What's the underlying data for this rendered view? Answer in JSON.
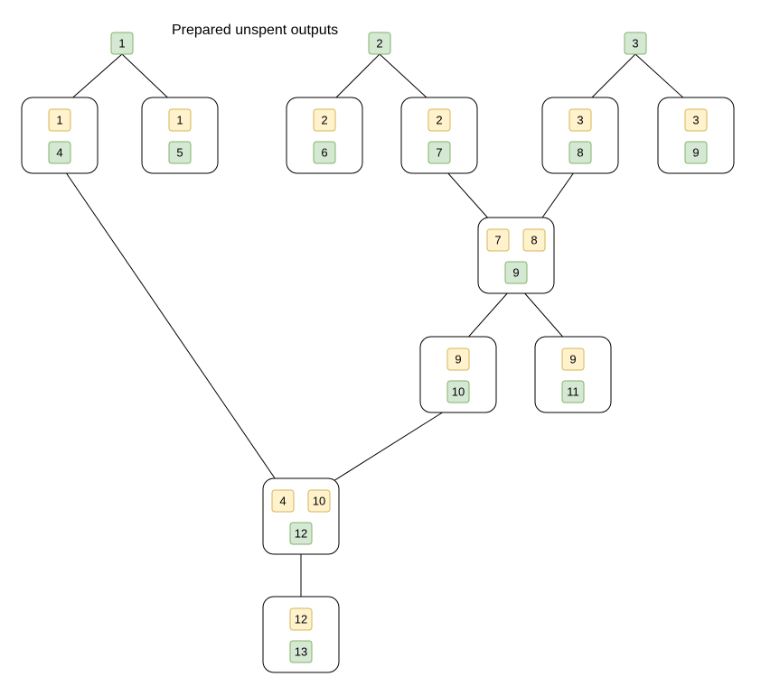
{
  "diagram": {
    "title": "Prepared unspent outputs",
    "colors": {
      "input_fill": "#fff2cc",
      "input_stroke": "#d6b656",
      "output_fill": "#d5e8d4",
      "output_stroke": "#82b366",
      "edge": "#000000"
    },
    "roots": [
      {
        "id": "root1",
        "label": "1"
      },
      {
        "id": "root2",
        "label": "2"
      },
      {
        "id": "root3",
        "label": "3"
      }
    ],
    "transactions": [
      {
        "id": "tx4",
        "inputs": [
          "1"
        ],
        "outputs": [
          "4"
        ]
      },
      {
        "id": "tx5",
        "inputs": [
          "1"
        ],
        "outputs": [
          "5"
        ]
      },
      {
        "id": "tx6",
        "inputs": [
          "2"
        ],
        "outputs": [
          "6"
        ]
      },
      {
        "id": "tx7",
        "inputs": [
          "2"
        ],
        "outputs": [
          "7"
        ]
      },
      {
        "id": "tx8",
        "inputs": [
          "3"
        ],
        "outputs": [
          "8"
        ]
      },
      {
        "id": "tx9a",
        "inputs": [
          "3"
        ],
        "outputs": [
          "9"
        ]
      },
      {
        "id": "tx9",
        "inputs": [
          "7",
          "8"
        ],
        "outputs": [
          "9"
        ]
      },
      {
        "id": "tx10",
        "inputs": [
          "9"
        ],
        "outputs": [
          "10"
        ]
      },
      {
        "id": "tx11",
        "inputs": [
          "9"
        ],
        "outputs": [
          "11"
        ]
      },
      {
        "id": "tx12",
        "inputs": [
          "4",
          "10"
        ],
        "outputs": [
          "12"
        ]
      },
      {
        "id": "tx13",
        "inputs": [
          "12"
        ],
        "outputs": [
          "13"
        ]
      }
    ],
    "edges": [
      {
        "from": "root1.out.0",
        "to": "tx4.in.0",
        "arrow": true
      },
      {
        "from": "root1.out.0",
        "to": "tx5.in.0",
        "arrow": true
      },
      {
        "from": "root2.out.0",
        "to": "tx6.in.0",
        "arrow": true
      },
      {
        "from": "root2.out.0",
        "to": "tx7.in.0",
        "arrow": true
      },
      {
        "from": "root3.out.0",
        "to": "tx8.in.0",
        "arrow": true
      },
      {
        "from": "root3.out.0",
        "to": "tx9a.in.0",
        "arrow": true
      },
      {
        "from": "tx7.out.0",
        "to": "tx9.in.0",
        "arrow": true
      },
      {
        "from": "tx8.out.0",
        "to": "tx9.in.1",
        "arrow": true
      },
      {
        "from": "tx9.out.0",
        "to": "tx10.in.0",
        "arrow": true
      },
      {
        "from": "tx9.out.0",
        "to": "tx11.in.0",
        "arrow": true
      },
      {
        "from": "tx4.out.0",
        "to": "tx12.in.0",
        "arrow": true
      },
      {
        "from": "tx10.out.0",
        "to": "tx12.in.1",
        "arrow": true
      },
      {
        "from": "tx12.out.0",
        "to": "tx13.box",
        "arrow": false
      }
    ]
  }
}
